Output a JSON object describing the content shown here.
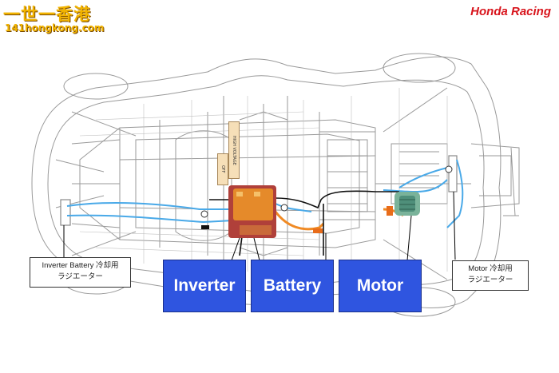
{
  "watermark": {
    "title": "一世一香港",
    "url": "141hongkong.com"
  },
  "brand": "Honda Racing",
  "callouts": {
    "left_line1": "Inverter  Battery 冷却用",
    "left_line2": "ラジエーター",
    "right_line1": "Motor 冷却用",
    "right_line2": "ラジエーター"
  },
  "components": {
    "inverter": "Inverter",
    "battery": "Battery",
    "motor": "Motor"
  },
  "tags": {
    "tag1": "HIGH VOLTAGE",
    "tag2": "OFF"
  },
  "colors": {
    "coolant_line": "#49a9e8",
    "hv_cable": "#f08a24",
    "unit_body": "#e58a2a",
    "unit_frame": "#b0403a",
    "label_box": "#2f55e0",
    "brand": "#d8141c"
  }
}
